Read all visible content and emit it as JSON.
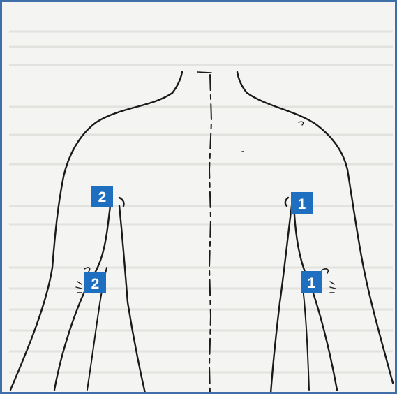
{
  "colors": {
    "frame_border": "#3f6fa8",
    "background": "#f4f4f2",
    "outline": "#1a1a1a",
    "marker_fill": "#1e6fc0",
    "marker_text": "#ffffff"
  },
  "markers": {
    "right_arm_upper": "2",
    "right_arm_lower": "2",
    "left_arm_upper": "1",
    "left_arm_lower": "1"
  }
}
